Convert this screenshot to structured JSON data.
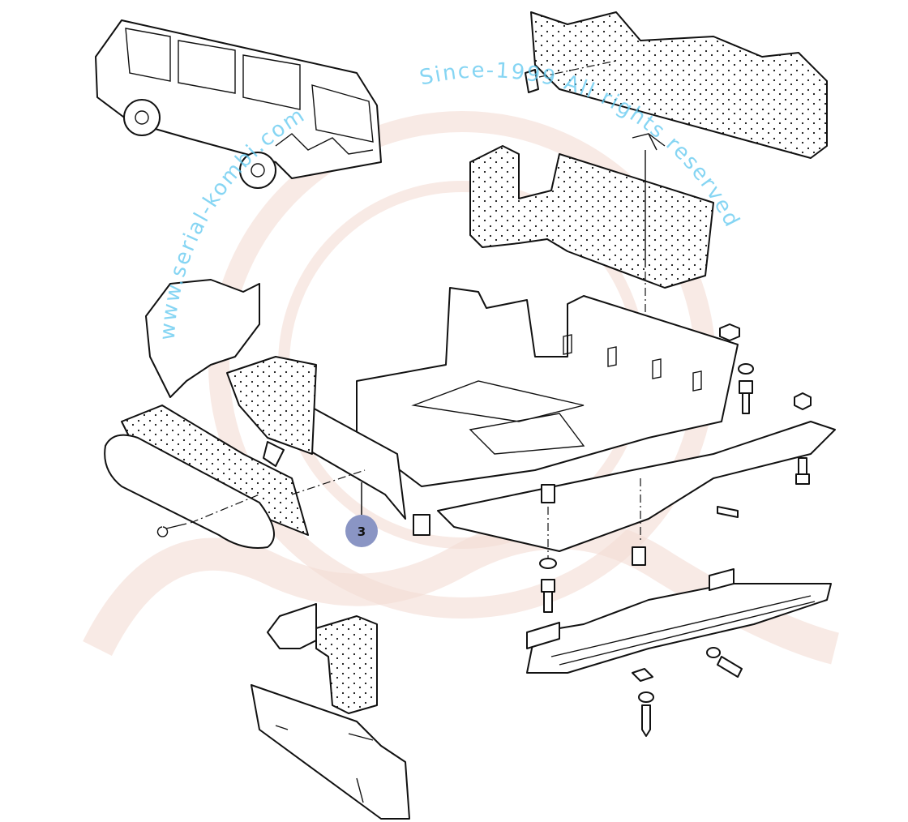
{
  "diagram": {
    "callouts": [
      {
        "number": "3",
        "color": "#8a95c4"
      }
    ],
    "watermark": {
      "url": "www.serial-kombi.com",
      "notice": "Since-1999 All rights reserved",
      "color": "#5ec8f0"
    }
  }
}
